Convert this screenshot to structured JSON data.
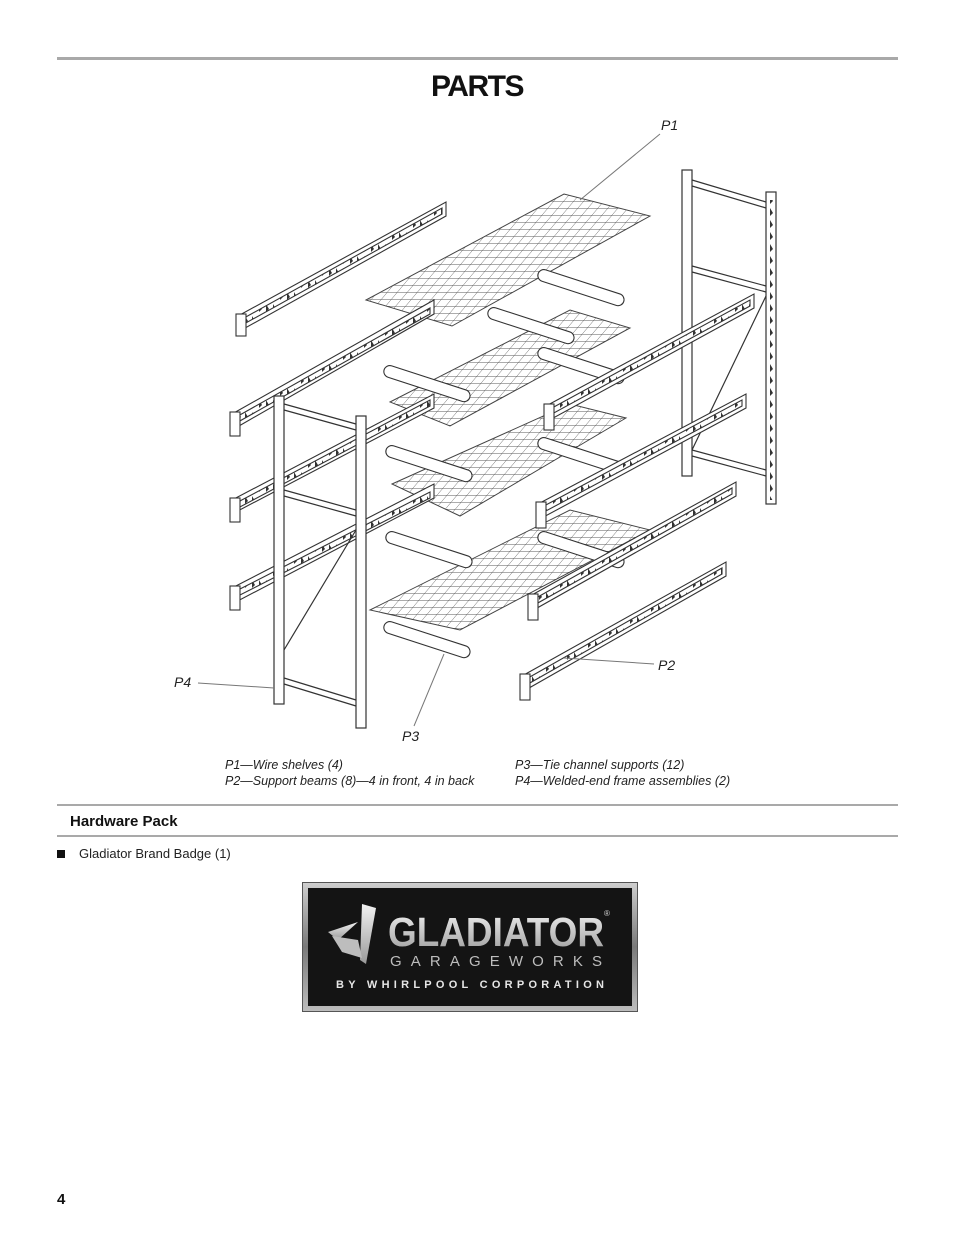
{
  "page": {
    "title": "PARTS",
    "page_number": "4"
  },
  "diagram": {
    "callouts": {
      "p1": "P1",
      "p2": "P2",
      "p3": "P3",
      "p4": "P4"
    }
  },
  "legend": {
    "left": [
      "P1—Wire shelves (4)",
      "P2—Support beams (8)—4 in front, 4 in back"
    ],
    "right": [
      "P3—Tie channel supports (12)",
      "P4—Welded-end frame assemblies (2)"
    ]
  },
  "hardware": {
    "title": "Hardware Pack",
    "items": [
      "Gladiator Brand Badge (1)"
    ]
  },
  "badge": {
    "brand": "GLADIATOR",
    "registered_mark": "®",
    "subline": "GARAGEWORKS",
    "tagline": "BY WHIRLPOOL CORPORATION",
    "colors": {
      "background": "#141414",
      "frame": "#8a8a8a",
      "brand_text": "#d9d9d9",
      "subline_text": "#bdbdbd"
    }
  }
}
